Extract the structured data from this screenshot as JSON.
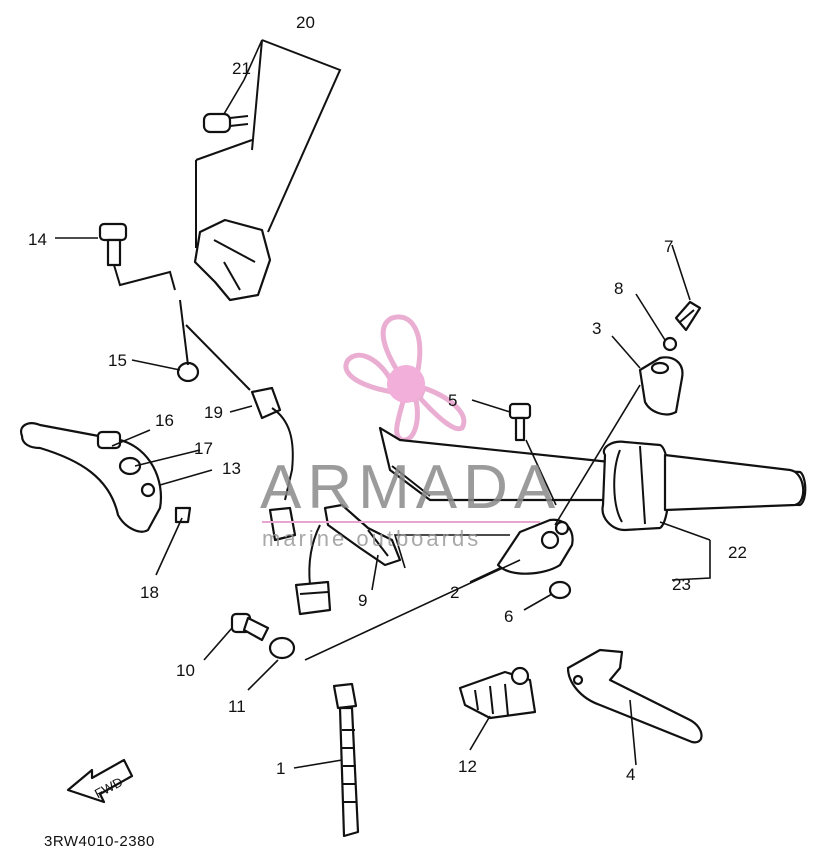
{
  "diagram_code": "3RW4010-2380",
  "fwd_label": "FWD",
  "watermark": {
    "brand": "ARMADA",
    "tagline": "marine outboards"
  },
  "colors": {
    "watermark_logo": "#e8a6cf",
    "watermark_hub": "#f0a7d6",
    "line": "#111111"
  },
  "callouts": {
    "c1": "1",
    "c2": "2",
    "c3": "3",
    "c4": "4",
    "c5": "5",
    "c6": "6",
    "c7": "7",
    "c8": "8",
    "c9": "9",
    "c10": "10",
    "c11": "11",
    "c12": "12",
    "c13": "13",
    "c14": "14",
    "c15": "15",
    "c16": "16",
    "c17": "17",
    "c18": "18",
    "c19": "19",
    "c20": "20",
    "c21": "21",
    "c22": "22",
    "c23": "23"
  }
}
